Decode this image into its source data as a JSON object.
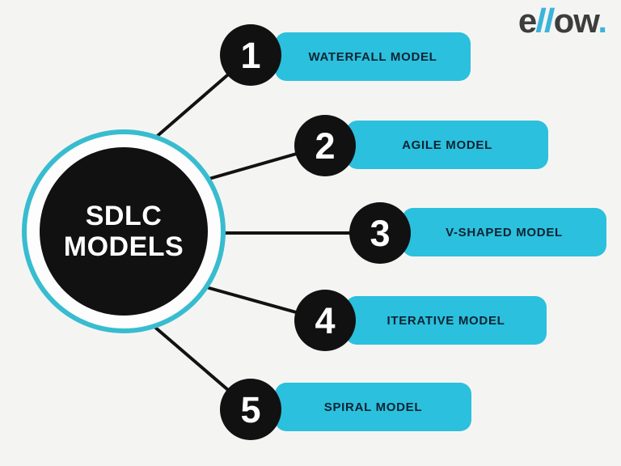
{
  "logo": {
    "part_e": "e",
    "part_ll": "ll",
    "part_ow": "ow",
    "part_dot": "."
  },
  "hub": {
    "title_line1": "SDLC",
    "title_line2": "MODELS"
  },
  "branches": [
    {
      "number": "1",
      "label": "WATERFALL MODEL"
    },
    {
      "number": "2",
      "label": "AGILE MODEL"
    },
    {
      "number": "3",
      "label": "V-SHAPED MODEL"
    },
    {
      "number": "4",
      "label": "ITERATIVE MODEL"
    },
    {
      "number": "5",
      "label": "SPIRAL MODEL"
    }
  ],
  "colors": {
    "background": "#f4f5f3",
    "box_cyan": "#2bc0dd",
    "ring_cyan": "#38bccf",
    "ink_black": "#111111",
    "label_text": "#0f2333",
    "logo_dark": "#3e3d3d",
    "logo_cyan": "#3cb4da"
  }
}
